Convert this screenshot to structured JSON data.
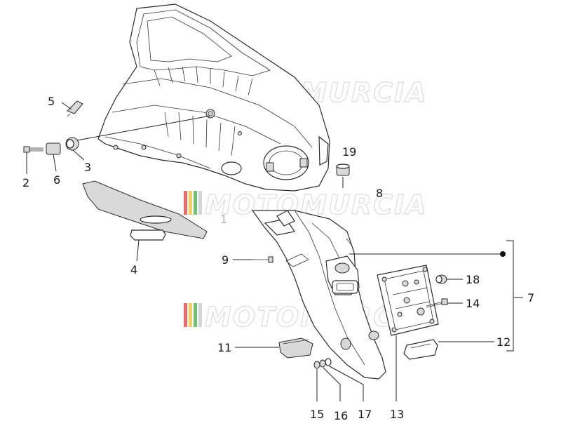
{
  "watermark": {
    "text": "MOTOMURCIA",
    "stripe_colors": [
      "#e23b3b",
      "#f2c230",
      "#3fae49"
    ]
  },
  "callouts": [
    "1",
    "2",
    "3",
    "4",
    "5",
    "6",
    "7",
    "8",
    "9",
    "11",
    "12",
    "13",
    "14",
    "15",
    "16",
    "17",
    "18",
    "19"
  ],
  "colors": {
    "line": "#222222",
    "shade": "#d9d9d9"
  }
}
